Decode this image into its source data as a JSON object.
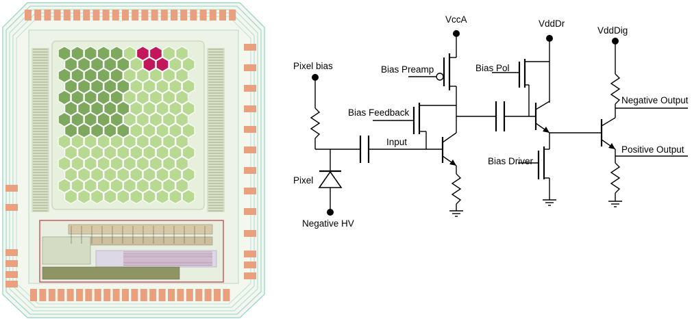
{
  "layout_image": {
    "colors": {
      "background": "#eef3e8",
      "routing": "#8fd0c9",
      "pad": "#e8a07f",
      "pixel_fill": "#b7d992",
      "pixel_dark": "#7fa85f",
      "pixel_highlight": "#c2185b",
      "core_outline": "#c0505a"
    }
  },
  "schematic": {
    "labels": {
      "vcca": "VccA",
      "vdddr": "VddDr",
      "vdddig": "VddDig",
      "pixel_bias": "Pixel bias",
      "bias_preamp": "Bias Preamp",
      "bias_pol": "Bias Pol",
      "bias_feedback": "Bias Feedback",
      "input": "Input",
      "bias_driver": "Bias Driver",
      "pixel": "Pixel",
      "negative_hv": "Negative HV",
      "negative_output": "Negative Output",
      "positive_output": "Positive Output"
    }
  }
}
